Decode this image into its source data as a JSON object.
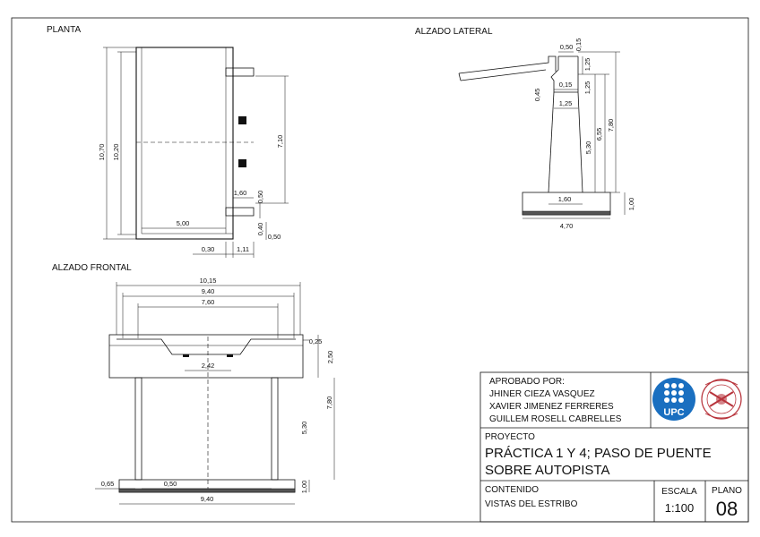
{
  "views": {
    "planta": "PLANTA",
    "alzado_lateral": "ALZADO LATERAL",
    "alzado_frontal": "ALZADO FRONTAL"
  },
  "dims": {
    "planta": {
      "h_10_70": "10,70",
      "h_10_20": "10,20",
      "h_7_10": "7,10",
      "w_5_00": "5,00",
      "w_1_60": "1,60",
      "d_0_50a": "0,50",
      "d_0_40": "0,40",
      "d_0_50b": "0,50",
      "w_0_30": "0,30",
      "w_1_11": "1,11"
    },
    "lateral": {
      "d_0_50": "0,50",
      "d_0_15a": "0,15",
      "d_1_25a": "1,25",
      "d_0_15b": "0,15",
      "d_0_45": "0,45",
      "d_1_25b": "1,25",
      "d_1_25c": "1,25",
      "d_5_30": "5,30",
      "d_6_55": "6,55",
      "d_7_80": "7,80",
      "d_1_60": "1,60",
      "d_1_00": "1,00",
      "d_4_70": "4,70"
    },
    "frontal": {
      "w_10_15": "10,15",
      "w_9_40a": "9,40",
      "w_7_60": "7,60",
      "d_0_25": "0,25",
      "d_2_50": "2,50",
      "w_2_42": "2,42",
      "h_7_80": "7,80",
      "h_5_30": "5,30",
      "d_0_65": "0,65",
      "d_0_50": "0,50",
      "d_1_00": "1,00",
      "w_9_40b": "9,40"
    }
  },
  "title_block": {
    "approved_label": "APROBADO POR:",
    "approvers": [
      "JHINER CIEZA VASQUEZ",
      "XAVIER JIMENEZ FERRERES",
      "GUILLEM ROSELL CABRELLES"
    ],
    "upc_logo_text": "UPC",
    "project_label": "PROYECTO",
    "project_title_line1": "PRÁCTICA 1 Y 4; PASO DE PUENTE",
    "project_title_line2": "SOBRE AUTOPISTA",
    "content_label": "CONTENIDO",
    "content_value": "VISTAS DEL ESTRIBO",
    "scale_label": "ESCALA",
    "scale_value": "1:100",
    "sheet_label": "PLANO",
    "sheet_value": "08"
  },
  "colors": {
    "ink": "#111111",
    "upc_blue": "#1a6fc0",
    "seal_red": "#b8343c"
  }
}
